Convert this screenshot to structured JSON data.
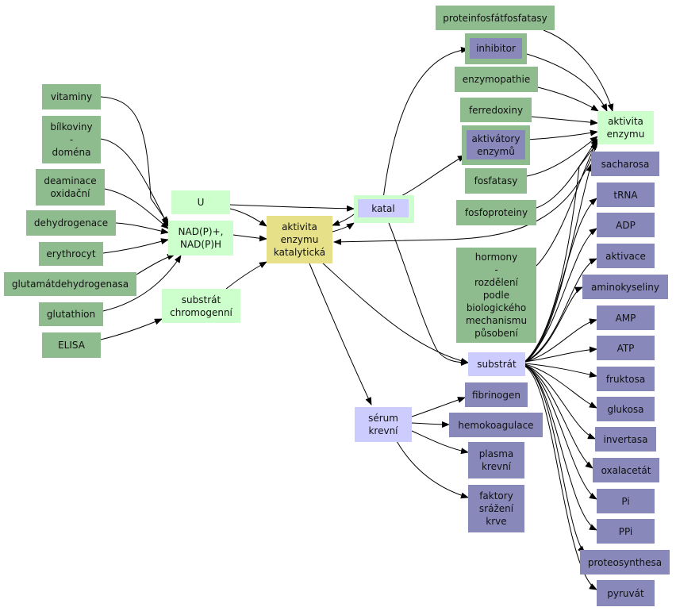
{
  "colors": {
    "dark_green": "#8fbc8f",
    "light_green": "#ccffcc",
    "purple": "#8888bb",
    "light_purple": "#ccccff",
    "yellow": "#e6e088",
    "edge": "#000000"
  },
  "nodes": {
    "vitaminy": "vitaminy",
    "bilkoviny": "bílkoviny\n-\ndoména",
    "deaminace": "deaminace\noxidační",
    "dehydrogenace": "dehydrogenace",
    "erythrocyt": "erythrocyt",
    "glutamatdh": "glutamátdehydrogenasa",
    "glutathion": "glutathion",
    "elisa": "ELISA",
    "u": "U",
    "nadph": "NAD(P)+,\nNAD(P)H",
    "substrat_chromogenni": "substrát\nchromogenní",
    "aktivita_katal": "aktivita\nenzymu\nkatalytická",
    "katal": "katal",
    "serum": "sérum\nkrevní",
    "fibrinogen": "fibrinogen",
    "hemokoagulace": "hemokoagulace",
    "plasma": "plasma\nkrevní",
    "faktory": "faktory\nsrážení\nkrve",
    "proteinfosfatfosfatasy": "proteinfosfátfosfatasy",
    "inhibitor": "inhibitor",
    "enzymopathie": "enzymopathie",
    "ferredoxiny": "ferredoxiny",
    "aktivatory": "aktivátory\nenzymů",
    "fosfatasy": "fosfatasy",
    "fosfoproteiny": "fosfoproteiny",
    "hormony": "hormony\n-\nrozdělení\npodle\nbiologického\nmechanismu\npůsobení",
    "substrat": "substrát",
    "aktivita_enzymu": "aktivita\nenzymu",
    "sacharosa": "sacharosa",
    "trna": "tRNA",
    "adp": "ADP",
    "aktivace": "aktivace",
    "aminokyseliny": "aminokyseliny",
    "amp": "AMP",
    "atp": "ATP",
    "fruktosa": "fruktosa",
    "glukosa": "glukosa",
    "invertasa": "invertasa",
    "oxalacetat": "oxalacetát",
    "pi": "Pi",
    "ppi": "PPi",
    "proteosynthesa": "proteosynthesa",
    "pyruvat": "pyruvát"
  }
}
